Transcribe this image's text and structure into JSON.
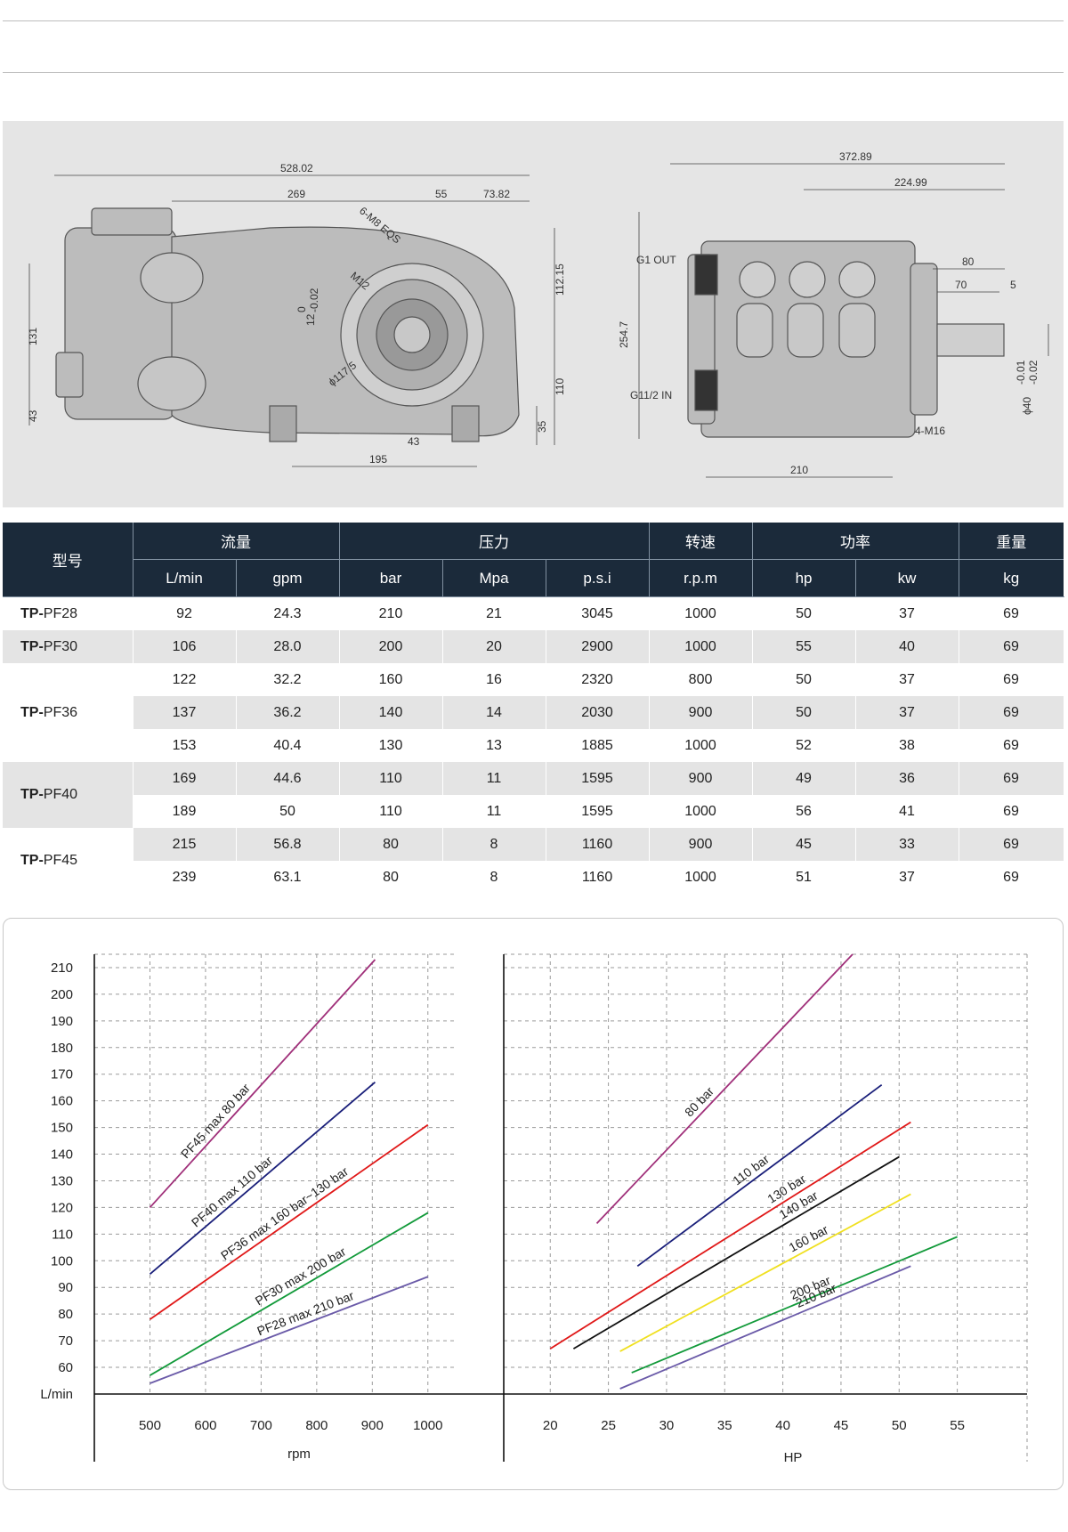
{
  "drawing": {
    "dims_side": [
      "528.02",
      "269",
      "55",
      "73.82",
      "6-M8 EQS",
      "M12",
      "12",
      "0",
      "-0.02",
      "ϕ117.5",
      "112.15",
      "110",
      "131",
      "43",
      "195",
      "43",
      "35"
    ],
    "dims_end": [
      "372.89",
      "224.99",
      "G1 OUT",
      "G11/2 IN",
      "254.7",
      "80",
      "70",
      "5",
      "ϕ40",
      "-0.01",
      "-0.02",
      "4-M16",
      "210"
    ]
  },
  "table": {
    "header": {
      "model": "型号",
      "flow": "流量",
      "pressure": "压力",
      "speed": "转速",
      "power": "功率",
      "weight": "重量",
      "units": [
        "L/min",
        "gpm",
        "bar",
        "Mpa",
        "p.s.i",
        "r.p.m",
        "hp",
        "kw",
        "kg"
      ]
    },
    "groups": [
      {
        "prefix": "TP-",
        "name": "PF28",
        "rows": [
          [
            "92",
            "24.3",
            "210",
            "21",
            "3045",
            "1000",
            "50",
            "37",
            "69"
          ]
        ]
      },
      {
        "prefix": "TP-",
        "name": "PF30",
        "rows": [
          [
            "106",
            "28.0",
            "200",
            "20",
            "2900",
            "1000",
            "55",
            "40",
            "69"
          ]
        ]
      },
      {
        "prefix": "TP-",
        "name": "PF36",
        "rows": [
          [
            "122",
            "32.2",
            "160",
            "16",
            "2320",
            "800",
            "50",
            "37",
            "69"
          ],
          [
            "137",
            "36.2",
            "140",
            "14",
            "2030",
            "900",
            "50",
            "37",
            "69"
          ],
          [
            "153",
            "40.4",
            "130",
            "13",
            "1885",
            "1000",
            "52",
            "38",
            "69"
          ]
        ]
      },
      {
        "prefix": "TP-",
        "name": "PF40",
        "rows": [
          [
            "169",
            "44.6",
            "110",
            "11",
            "1595",
            "900",
            "49",
            "36",
            "69"
          ],
          [
            "189",
            "50",
            "110",
            "11",
            "1595",
            "1000",
            "56",
            "41",
            "69"
          ]
        ]
      },
      {
        "prefix": "TP-",
        "name": "PF45",
        "rows": [
          [
            "215",
            "56.8",
            "80",
            "8",
            "1160",
            "900",
            "45",
            "33",
            "69"
          ],
          [
            "239",
            "63.1",
            "80",
            "8",
            "1160",
            "1000",
            "51",
            "37",
            "69"
          ]
        ]
      }
    ]
  },
  "chart_data": [
    {
      "type": "line",
      "ylabel": "L/min",
      "xlabel": "rpm",
      "x_ticks": [
        500,
        600,
        700,
        800,
        900,
        1000
      ],
      "y_ticks": [
        60,
        70,
        80,
        90,
        100,
        110,
        120,
        130,
        140,
        150,
        160,
        170,
        180,
        190,
        200,
        210
      ],
      "xlim": [
        400,
        1050
      ],
      "ylim": [
        50,
        215
      ],
      "grid": true,
      "series": [
        {
          "name": "PF45 max 80 bar",
          "color": "#a0307a",
          "x": [
            500,
            905
          ],
          "y": [
            120,
            213
          ]
        },
        {
          "name": "PF40 max 110 bar",
          "color": "#1a1f7a",
          "x": [
            500,
            905
          ],
          "y": [
            95,
            167
          ]
        },
        {
          "name": "PF36 max 160 bar~130 bar",
          "color": "#e01818",
          "x": [
            500,
            1000
          ],
          "y": [
            78,
            151
          ]
        },
        {
          "name": "PF30 max 200 bar",
          "color": "#129a3a",
          "x": [
            500,
            1000
          ],
          "y": [
            57,
            118
          ]
        },
        {
          "name": "PF28 max 210 bar",
          "color": "#6a5aa8",
          "x": [
            500,
            1000
          ],
          "y": [
            54,
            94
          ]
        }
      ]
    },
    {
      "type": "line",
      "xlabel": "HP",
      "x_ticks": [
        20,
        25,
        30,
        35,
        40,
        45,
        50,
        55
      ],
      "xlim": [
        16,
        61
      ],
      "ylim": [
        50,
        215
      ],
      "grid": true,
      "series": [
        {
          "name": "80 bar",
          "color": "#a0307a",
          "x": [
            24,
            46
          ],
          "y": [
            114,
            215
          ]
        },
        {
          "name": "110 bar",
          "color": "#1a1f7a",
          "x": [
            27.5,
            48.5
          ],
          "y": [
            98,
            166
          ]
        },
        {
          "name": "130 bar",
          "color": "#e01818",
          "x": [
            20,
            51
          ],
          "y": [
            67,
            152
          ]
        },
        {
          "name": "140 bar",
          "color": "#111111",
          "x": [
            22,
            50
          ],
          "y": [
            67,
            139
          ]
        },
        {
          "name": "160 bar",
          "color": "#f0e020",
          "x": [
            26,
            51
          ],
          "y": [
            66,
            125
          ]
        },
        {
          "name": "200 bar",
          "color": "#129a3a",
          "x": [
            27,
            55
          ],
          "y": [
            58,
            109
          ]
        },
        {
          "name": "210 bar",
          "color": "#6a5aa8",
          "x": [
            26,
            51
          ],
          "y": [
            52,
            98
          ]
        }
      ]
    }
  ]
}
